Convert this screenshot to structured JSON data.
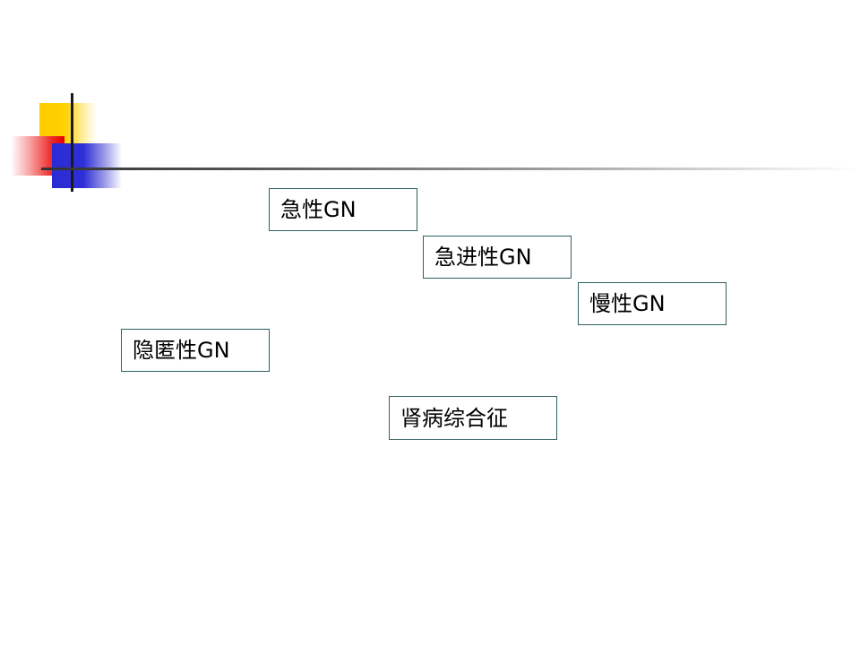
{
  "slide": {
    "boxes": [
      {
        "label": "急性GN"
      },
      {
        "label": "急进性GN"
      },
      {
        "label": "慢性GN"
      },
      {
        "label": "隐匿性GN"
      },
      {
        "label": "肾病综合征"
      }
    ]
  },
  "colors": {
    "accent_yellow": "#ffcc00",
    "accent_red": "#e50000",
    "accent_blue": "#2f2fd8",
    "box_border": "#2f5f5f",
    "divider": "#333333"
  }
}
